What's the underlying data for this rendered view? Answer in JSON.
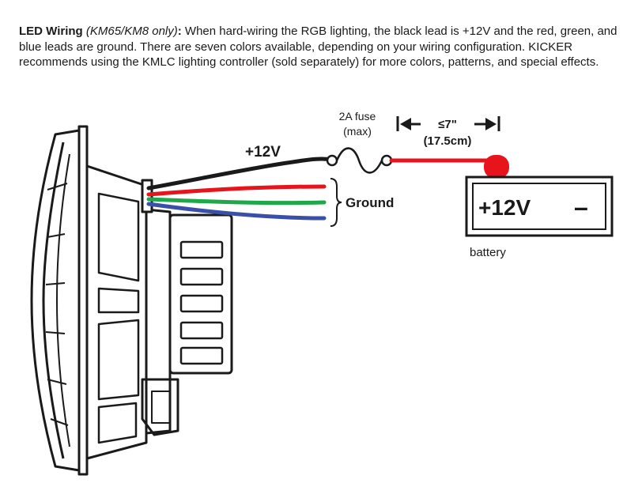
{
  "intro": {
    "title": "LED Wiring",
    "models": "(KM65/KM8 only)",
    "colon": ":",
    "body": " When hard-wiring the RGB lighting, the black lead is +12V and the red, green, and blue leads are ground. There are seven colors available, depending on your wiring configuration. KICKER recommends using the KMLC lighting controller (sold separately) for more colors, patterns, and special effects."
  },
  "diagram": {
    "fuse_line1": "2A fuse",
    "fuse_line2": "(max)",
    "distance_value": "≤7\"",
    "distance_metric": "(17.5cm)",
    "plus12v_lead": "+12V",
    "ground": "Ground",
    "battery_plus": "+12V",
    "battery_minus": "–",
    "battery_caption": "battery",
    "colors": {
      "black_lead": "#1a1a1a",
      "red_lead": "#e8141c",
      "green_lead": "#1ea84a",
      "blue_lead": "#3a4fa8",
      "battery_accent": "#e8141c"
    }
  }
}
